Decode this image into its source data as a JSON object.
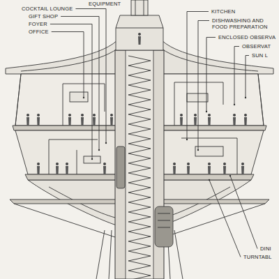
{
  "diagram": {
    "labels": [
      "EQUIPMENT",
      "COCKTAIL LOUNGE",
      "GIFT SHOP",
      "FOYER",
      "OFFICE",
      "KITCHEN",
      "DISHWASHING AND FOOD PREPARATION",
      "ENCLOSED OBSERVA",
      "OBSERVAT",
      "SUN L",
      "DINI",
      "TURNTABL"
    ]
  }
}
